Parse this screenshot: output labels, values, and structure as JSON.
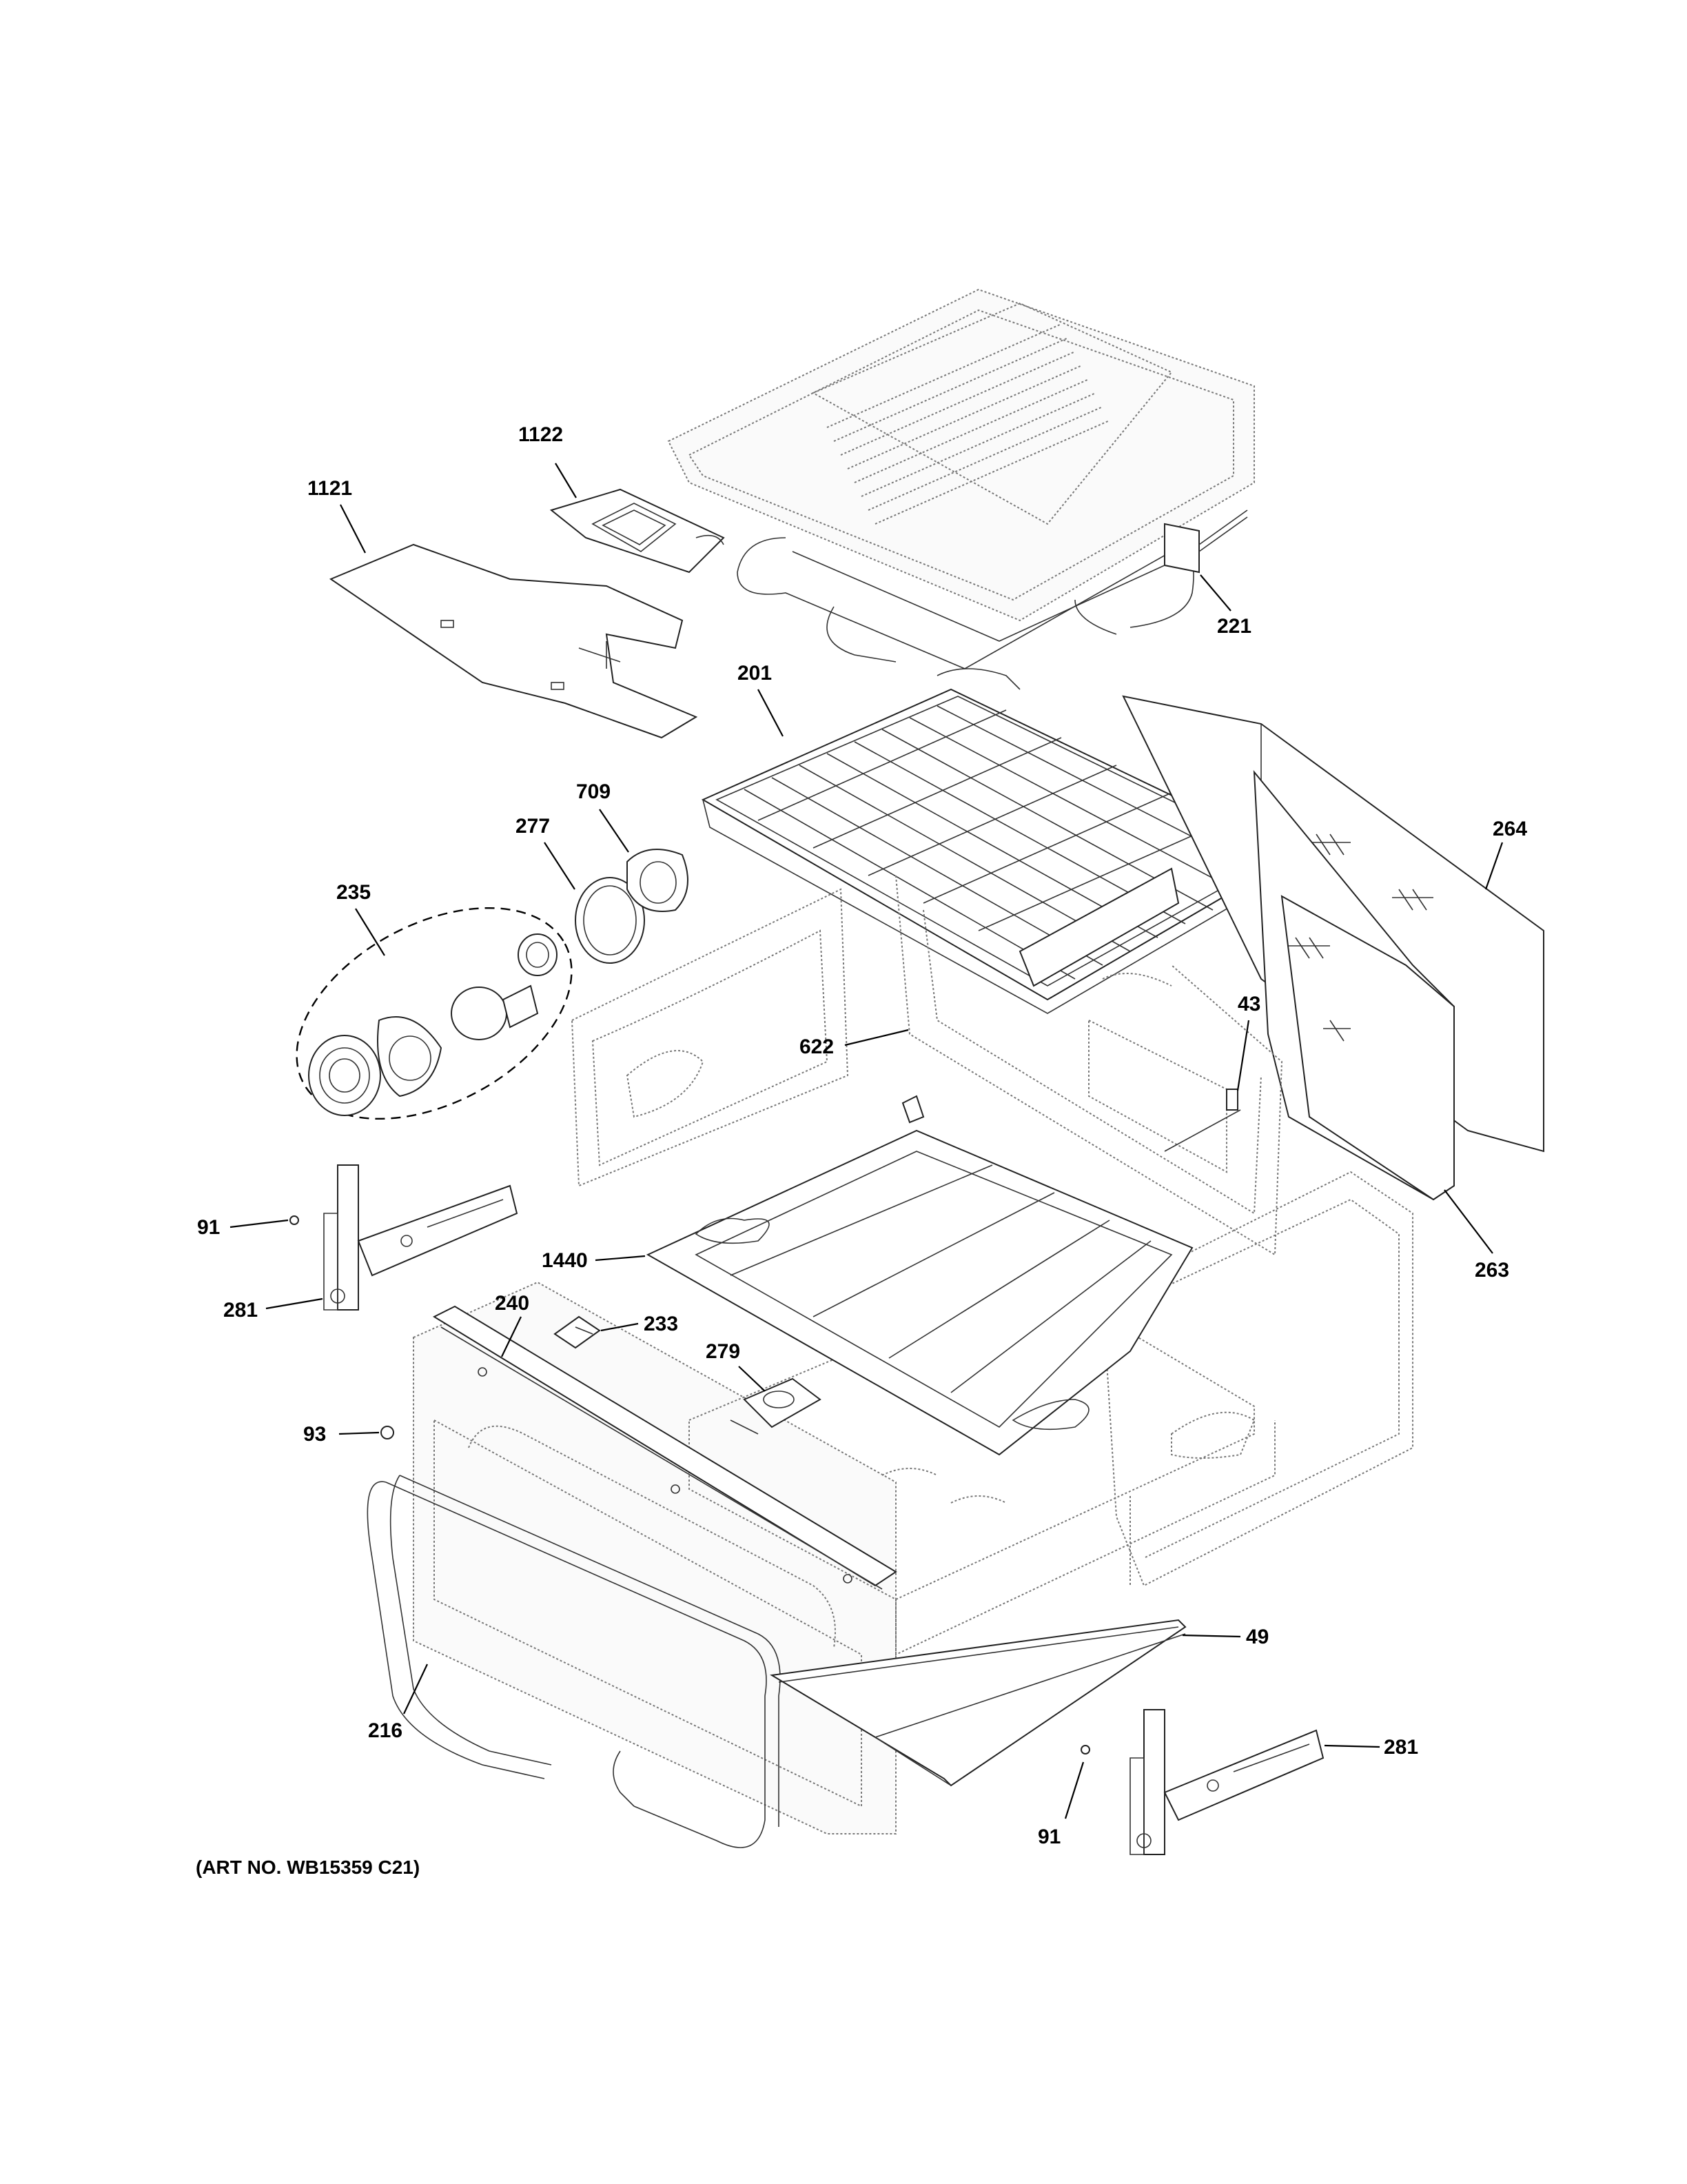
{
  "callouts": [
    {
      "id": "1122",
      "label": "1122"
    },
    {
      "id": "1121",
      "label": "1121"
    },
    {
      "id": "221",
      "label": "221"
    },
    {
      "id": "201",
      "label": "201"
    },
    {
      "id": "709",
      "label": "709"
    },
    {
      "id": "277",
      "label": "277"
    },
    {
      "id": "235",
      "label": "235"
    },
    {
      "id": "264",
      "label": "264"
    },
    {
      "id": "43",
      "label": "43"
    },
    {
      "id": "622",
      "label": "622"
    },
    {
      "id": "91a",
      "label": "91"
    },
    {
      "id": "1440",
      "label": "1440"
    },
    {
      "id": "263",
      "label": "263"
    },
    {
      "id": "281a",
      "label": "281"
    },
    {
      "id": "240",
      "label": "240"
    },
    {
      "id": "233",
      "label": "233"
    },
    {
      "id": "279",
      "label": "279"
    },
    {
      "id": "93",
      "label": "93"
    },
    {
      "id": "49",
      "label": "49"
    },
    {
      "id": "216",
      "label": "216"
    },
    {
      "id": "281b",
      "label": "281"
    },
    {
      "id": "91b",
      "label": "91"
    }
  ],
  "footer": {
    "art_number": "(ART NO. WB15359 C21)"
  }
}
